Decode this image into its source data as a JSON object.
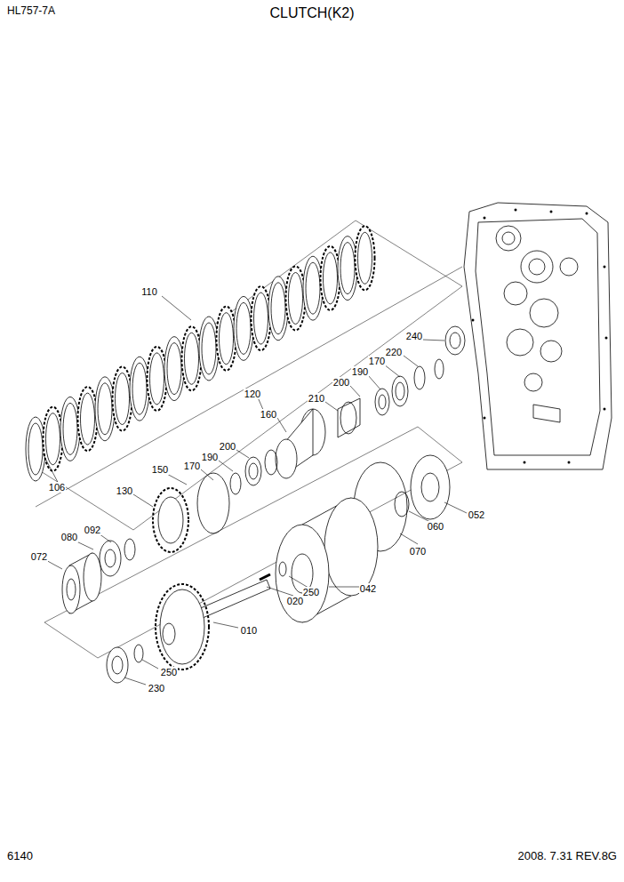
{
  "diagram": {
    "title": "CLUTCH(K2)",
    "labels": [
      "HL757-7A",
      "110",
      "240",
      "220",
      "170",
      "190",
      "200",
      "210",
      "160",
      "120",
      "200",
      "190",
      "170",
      "150",
      "130",
      "106",
      "092",
      "080",
      "072",
      "052",
      "060",
      "070",
      "250",
      "042",
      "020",
      "010",
      "250",
      "230",
      "6140",
      "2008. 7.31 REV.8G"
    ]
  }
}
